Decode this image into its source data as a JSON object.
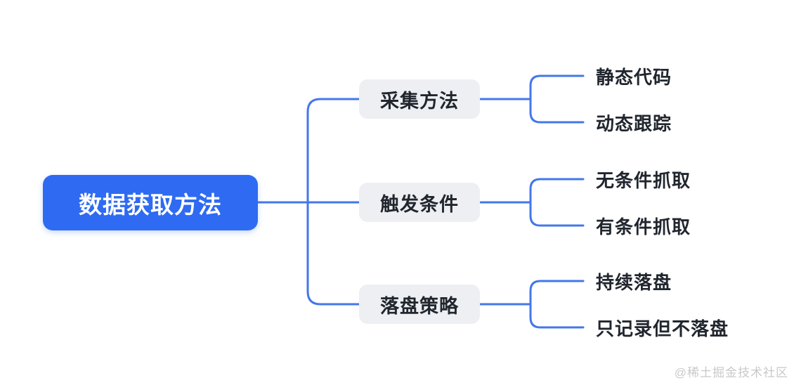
{
  "theme": {
    "accent": "#2e6bf2",
    "line": "#4377ea",
    "branch_bg": "#edeff2",
    "text": "#21262e",
    "root_text": "#ffffff",
    "watermark": "#c9c9c9",
    "bg": "#ffffff"
  },
  "mindmap": {
    "root": {
      "label": "数据获取方法"
    },
    "branches": [
      {
        "label": "采集方法",
        "children": [
          {
            "label": "静态代码"
          },
          {
            "label": "动态跟踪"
          }
        ]
      },
      {
        "label": "触发条件",
        "children": [
          {
            "label": "无条件抓取"
          },
          {
            "label": "有条件抓取"
          }
        ]
      },
      {
        "label": "落盘策略",
        "children": [
          {
            "label": "持续落盘"
          },
          {
            "label": "只记录但不落盘"
          }
        ]
      }
    ]
  },
  "footer": {
    "watermark": "@稀土掘金技术社区"
  }
}
